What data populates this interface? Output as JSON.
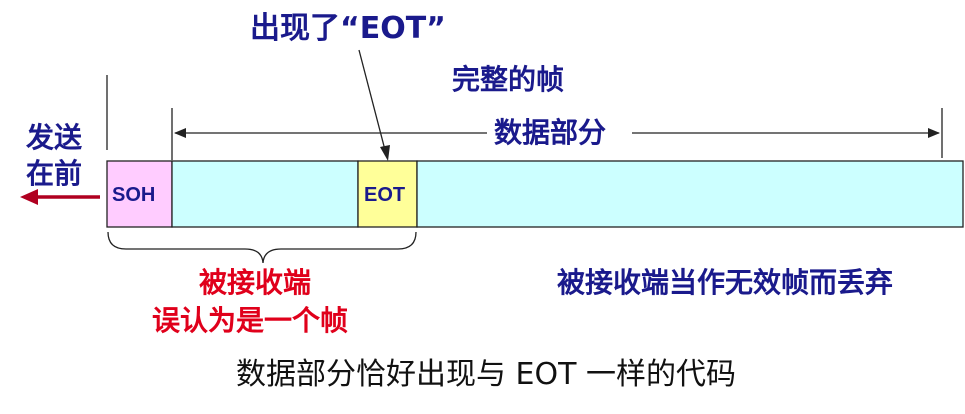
{
  "eot_callout": "出现了“EOT”",
  "complete_frame": "完整的帧",
  "data_part": "数据部分",
  "send_first": [
    "发送",
    "在前"
  ],
  "soh_label": "SOH",
  "eot_label": "EOT",
  "receiver_misread": [
    "被接收端",
    "误认为是一个帧"
  ],
  "discard_note": "被接收端当作无效帧而丢弃",
  "caption": "数据部分恰好出现与 EOT 一样的代码",
  "colors": {
    "soh_fill": "#ffccff",
    "eot_fill": "#ffff99",
    "data_fill": "#ccffff",
    "navy": "#1a1a8c",
    "red": "#e0001b",
    "arrow_red": "#b00020"
  }
}
